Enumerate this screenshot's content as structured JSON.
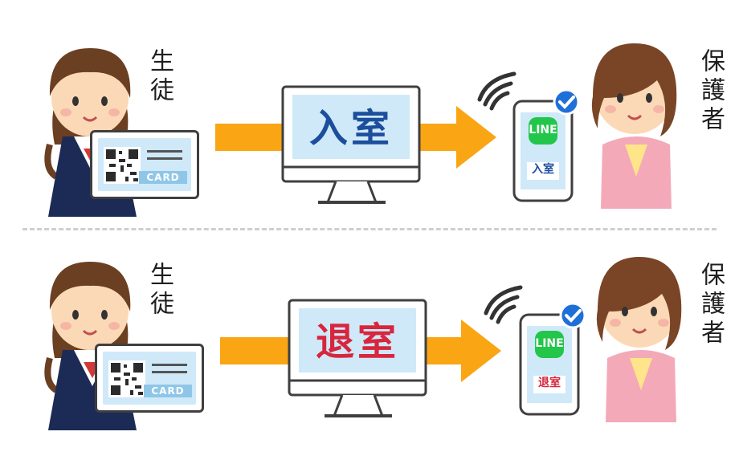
{
  "rows": [
    {
      "student_label": "生徒",
      "card_label": "CARD",
      "screen_text": "入室",
      "screen_color": "#1d4e9c",
      "phone_app": "LINE",
      "phone_text": "入室",
      "phone_text_color": "#1d4e9c",
      "guardian_label": "保護者"
    },
    {
      "student_label": "生徒",
      "card_label": "CARD",
      "screen_text": "退室",
      "screen_color": "#d7263d",
      "phone_app": "LINE",
      "phone_text": "退室",
      "phone_text_color": "#d7263d",
      "guardian_label": "保護者"
    }
  ],
  "colors": {
    "arrow": "#f9a514",
    "screen_bg": "#cfe9f9",
    "line_green": "#22c64a",
    "check_blue": "#1f6fd8",
    "card_qr": "#2b2b2b"
  }
}
